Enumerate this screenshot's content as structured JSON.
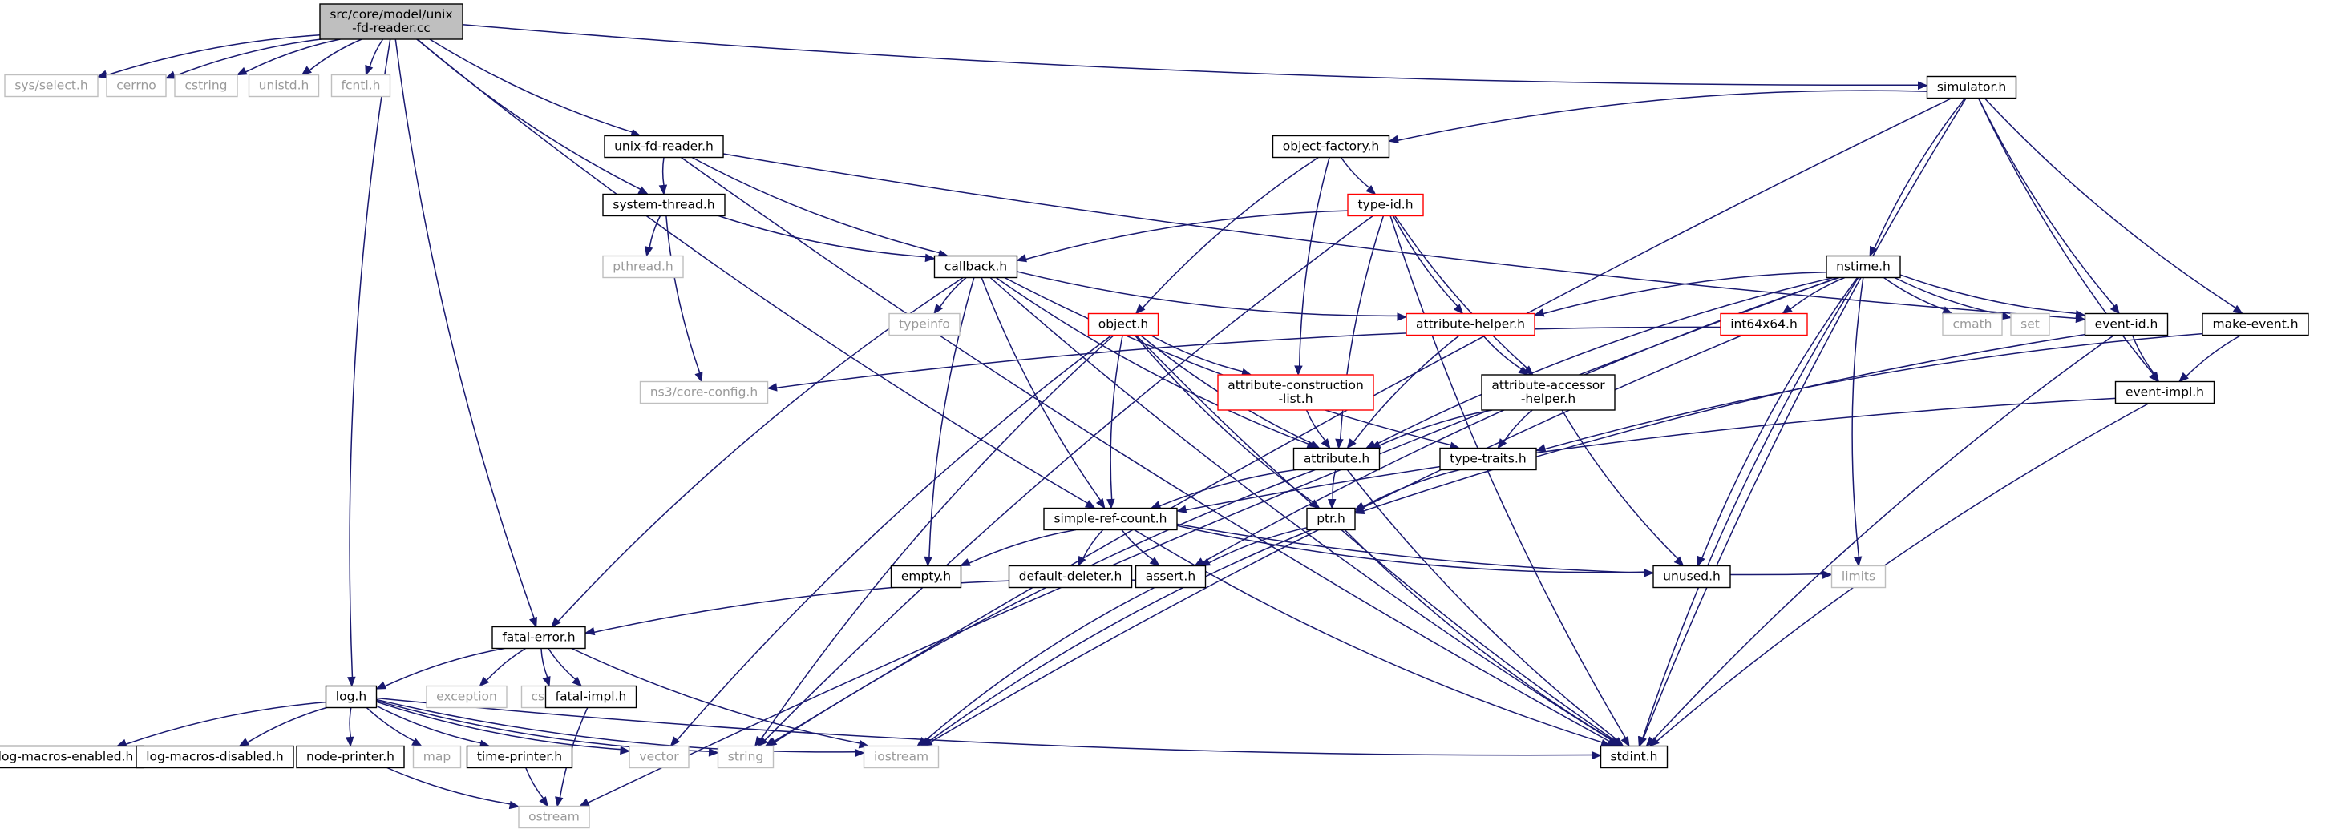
{
  "colors": {
    "edge": "#191970",
    "root_fill": "#bfbfbf",
    "normal_border": "#000000",
    "system_border": "#bfbfbf",
    "system_text": "#9a9a9a",
    "missing_border": "#ff0000",
    "text": "#000000"
  },
  "nodes": [
    {
      "id": "root",
      "label": [
        "src/core/model/unix",
        "-fd-reader.cc"
      ],
      "kind": "root"
    },
    {
      "id": "sys_select",
      "label": [
        "sys/select.h"
      ],
      "kind": "system"
    },
    {
      "id": "cerrno",
      "label": [
        "cerrno"
      ],
      "kind": "system"
    },
    {
      "id": "cstring",
      "label": [
        "cstring"
      ],
      "kind": "system"
    },
    {
      "id": "unistd",
      "label": [
        "unistd.h"
      ],
      "kind": "system"
    },
    {
      "id": "fcntl",
      "label": [
        "fcntl.h"
      ],
      "kind": "system"
    },
    {
      "id": "simulator",
      "label": [
        "simulator.h"
      ],
      "kind": "normal"
    },
    {
      "id": "unix_fd_reader_h",
      "label": [
        "unix-fd-reader.h"
      ],
      "kind": "normal"
    },
    {
      "id": "object_factory",
      "label": [
        "object-factory.h"
      ],
      "kind": "normal"
    },
    {
      "id": "system_thread",
      "label": [
        "system-thread.h"
      ],
      "kind": "normal"
    },
    {
      "id": "type_id",
      "label": [
        "type-id.h"
      ],
      "kind": "missing"
    },
    {
      "id": "pthread",
      "label": [
        "pthread.h"
      ],
      "kind": "system"
    },
    {
      "id": "callback",
      "label": [
        "callback.h"
      ],
      "kind": "normal"
    },
    {
      "id": "typeinfo",
      "label": [
        "typeinfo"
      ],
      "kind": "system"
    },
    {
      "id": "nstime",
      "label": [
        "nstime.h"
      ],
      "kind": "normal"
    },
    {
      "id": "object",
      "label": [
        "object.h"
      ],
      "kind": "missing"
    },
    {
      "id": "attribute_helper",
      "label": [
        "attribute-helper.h"
      ],
      "kind": "missing"
    },
    {
      "id": "int64x64",
      "label": [
        "int64x64.h"
      ],
      "kind": "missing"
    },
    {
      "id": "cmath",
      "label": [
        "cmath"
      ],
      "kind": "system"
    },
    {
      "id": "set",
      "label": [
        "set"
      ],
      "kind": "system"
    },
    {
      "id": "event_id",
      "label": [
        "event-id.h"
      ],
      "kind": "normal"
    },
    {
      "id": "make_event",
      "label": [
        "make-event.h"
      ],
      "kind": "normal"
    },
    {
      "id": "ns3_core_config",
      "label": [
        "ns3/core-config.h"
      ],
      "kind": "system"
    },
    {
      "id": "attribute_construction_list",
      "label": [
        "attribute-construction",
        "-list.h"
      ],
      "kind": "missing"
    },
    {
      "id": "attribute_accessor_helper",
      "label": [
        "attribute-accessor",
        "-helper.h"
      ],
      "kind": "normal"
    },
    {
      "id": "event_impl",
      "label": [
        "event-impl.h"
      ],
      "kind": "normal"
    },
    {
      "id": "attribute",
      "label": [
        "attribute.h"
      ],
      "kind": "normal"
    },
    {
      "id": "type_traits",
      "label": [
        "type-traits.h"
      ],
      "kind": "normal"
    },
    {
      "id": "simple_ref_count",
      "label": [
        "simple-ref-count.h"
      ],
      "kind": "normal"
    },
    {
      "id": "ptr",
      "label": [
        "ptr.h"
      ],
      "kind": "normal"
    },
    {
      "id": "empty",
      "label": [
        "empty.h"
      ],
      "kind": "normal"
    },
    {
      "id": "default_deleter",
      "label": [
        "default-deleter.h"
      ],
      "kind": "normal"
    },
    {
      "id": "assert",
      "label": [
        "assert.h"
      ],
      "kind": "normal"
    },
    {
      "id": "unused",
      "label": [
        "unused.h"
      ],
      "kind": "normal"
    },
    {
      "id": "limits",
      "label": [
        "limits"
      ],
      "kind": "system"
    },
    {
      "id": "fatal_error",
      "label": [
        "fatal-error.h"
      ],
      "kind": "normal"
    },
    {
      "id": "log",
      "label": [
        "log.h"
      ],
      "kind": "normal"
    },
    {
      "id": "exception",
      "label": [
        "exception"
      ],
      "kind": "system"
    },
    {
      "id": "cstdlib",
      "label": [
        "cstdlib"
      ],
      "kind": "system"
    },
    {
      "id": "fatal_impl",
      "label": [
        "fatal-impl.h"
      ],
      "kind": "normal"
    },
    {
      "id": "log_macros_enabled",
      "label": [
        "log-macros-enabled.h"
      ],
      "kind": "normal"
    },
    {
      "id": "log_macros_disabled",
      "label": [
        "log-macros-disabled.h"
      ],
      "kind": "normal"
    },
    {
      "id": "node_printer",
      "label": [
        "node-printer.h"
      ],
      "kind": "normal"
    },
    {
      "id": "map",
      "label": [
        "map"
      ],
      "kind": "system"
    },
    {
      "id": "time_printer",
      "label": [
        "time-printer.h"
      ],
      "kind": "normal"
    },
    {
      "id": "vector",
      "label": [
        "vector"
      ],
      "kind": "system"
    },
    {
      "id": "string",
      "label": [
        "string"
      ],
      "kind": "system"
    },
    {
      "id": "iostream",
      "label": [
        "iostream"
      ],
      "kind": "system"
    },
    {
      "id": "stdint",
      "label": [
        "stdint.h"
      ],
      "kind": "normal"
    },
    {
      "id": "ostream",
      "label": [
        "ostream"
      ],
      "kind": "system"
    }
  ],
  "edges": [
    [
      "root",
      "sys_select"
    ],
    [
      "root",
      "cerrno"
    ],
    [
      "root",
      "cstring"
    ],
    [
      "root",
      "unistd"
    ],
    [
      "root",
      "fcntl"
    ],
    [
      "root",
      "simulator"
    ],
    [
      "root",
      "unix_fd_reader_h"
    ],
    [
      "root",
      "system_thread"
    ],
    [
      "root",
      "simple_ref_count"
    ],
    [
      "root",
      "fatal_error"
    ],
    [
      "root",
      "log"
    ],
    [
      "simulator",
      "object_factory"
    ],
    [
      "simulator",
      "nstime"
    ],
    [
      "simulator",
      "event_id"
    ],
    [
      "simulator",
      "make_event"
    ],
    [
      "simulator",
      "event_impl"
    ],
    [
      "simulator",
      "stdint"
    ],
    [
      "simulator",
      "string"
    ],
    [
      "unix_fd_reader_h",
      "system_thread"
    ],
    [
      "unix_fd_reader_h",
      "callback"
    ],
    [
      "unix_fd_reader_h",
      "event_id"
    ],
    [
      "unix_fd_reader_h",
      "stdint"
    ],
    [
      "object_factory",
      "type_id"
    ],
    [
      "object_factory",
      "object"
    ],
    [
      "object_factory",
      "attribute_construction_list"
    ],
    [
      "system_thread",
      "pthread"
    ],
    [
      "system_thread",
      "callback"
    ],
    [
      "system_thread",
      "ns3_core_config"
    ],
    [
      "type_id",
      "callback"
    ],
    [
      "type_id",
      "attribute_helper"
    ],
    [
      "type_id",
      "attribute_accessor_helper"
    ],
    [
      "type_id",
      "attribute"
    ],
    [
      "type_id",
      "stdint"
    ],
    [
      "type_id",
      "string"
    ],
    [
      "callback",
      "typeinfo"
    ],
    [
      "callback",
      "attribute_helper"
    ],
    [
      "callback",
      "type_traits"
    ],
    [
      "callback",
      "attribute"
    ],
    [
      "callback",
      "simple_ref_count"
    ],
    [
      "callback",
      "empty"
    ],
    [
      "callback",
      "fatal_error"
    ],
    [
      "callback",
      "stdint"
    ],
    [
      "nstime",
      "attribute_helper"
    ],
    [
      "nstime",
      "int64x64"
    ],
    [
      "nstime",
      "cmath"
    ],
    [
      "nstime",
      "set"
    ],
    [
      "nstime",
      "event_id"
    ],
    [
      "nstime",
      "attribute"
    ],
    [
      "nstime",
      "assert"
    ],
    [
      "nstime",
      "unused"
    ],
    [
      "nstime",
      "limits"
    ],
    [
      "nstime",
      "stdint"
    ],
    [
      "nstime",
      "ostream"
    ],
    [
      "object",
      "attribute_construction_list"
    ],
    [
      "object",
      "attribute"
    ],
    [
      "object",
      "ptr"
    ],
    [
      "object",
      "simple_ref_count"
    ],
    [
      "object",
      "vector"
    ],
    [
      "object",
      "string"
    ],
    [
      "object",
      "stdint"
    ],
    [
      "attribute_helper",
      "attribute_accessor_helper"
    ],
    [
      "attribute_helper",
      "attribute"
    ],
    [
      "int64x64",
      "ns3_core_config"
    ],
    [
      "int64x64",
      "iostream"
    ],
    [
      "event_id",
      "event_impl"
    ],
    [
      "event_id",
      "ptr"
    ],
    [
      "event_id",
      "stdint"
    ],
    [
      "make_event",
      "event_impl"
    ],
    [
      "make_event",
      "type_traits"
    ],
    [
      "attribute_construction_list",
      "attribute"
    ],
    [
      "attribute_accessor_helper",
      "attribute"
    ],
    [
      "attribute_accessor_helper",
      "type_traits"
    ],
    [
      "attribute_accessor_helper",
      "unused"
    ],
    [
      "event_impl",
      "simple_ref_count"
    ],
    [
      "event_impl",
      "stdint"
    ],
    [
      "attribute",
      "ptr"
    ],
    [
      "attribute",
      "simple_ref_count"
    ],
    [
      "attribute",
      "string"
    ],
    [
      "attribute",
      "stdint"
    ],
    [
      "type_traits",
      "ptr"
    ],
    [
      "simple_ref_count",
      "empty"
    ],
    [
      "simple_ref_count",
      "default_deleter"
    ],
    [
      "simple_ref_count",
      "assert"
    ],
    [
      "simple_ref_count",
      "unused"
    ],
    [
      "simple_ref_count",
      "limits"
    ],
    [
      "simple_ref_count",
      "stdint"
    ],
    [
      "ptr",
      "assert"
    ],
    [
      "ptr",
      "iostream"
    ],
    [
      "ptr",
      "stdint"
    ],
    [
      "assert",
      "fatal_error"
    ],
    [
      "assert",
      "iostream"
    ],
    [
      "fatal_error",
      "log"
    ],
    [
      "fatal_error",
      "exception"
    ],
    [
      "fatal_error",
      "cstdlib"
    ],
    [
      "fatal_error",
      "fatal_impl"
    ],
    [
      "fatal_error",
      "iostream"
    ],
    [
      "fatal_impl",
      "ostream"
    ],
    [
      "log",
      "log_macros_enabled"
    ],
    [
      "log",
      "log_macros_disabled"
    ],
    [
      "log",
      "node_printer"
    ],
    [
      "log",
      "map"
    ],
    [
      "log",
      "time_printer"
    ],
    [
      "log",
      "vector"
    ],
    [
      "log",
      "string"
    ],
    [
      "log",
      "iostream"
    ],
    [
      "log",
      "stdint"
    ],
    [
      "node_printer",
      "ostream"
    ],
    [
      "time_printer",
      "ostream"
    ]
  ]
}
